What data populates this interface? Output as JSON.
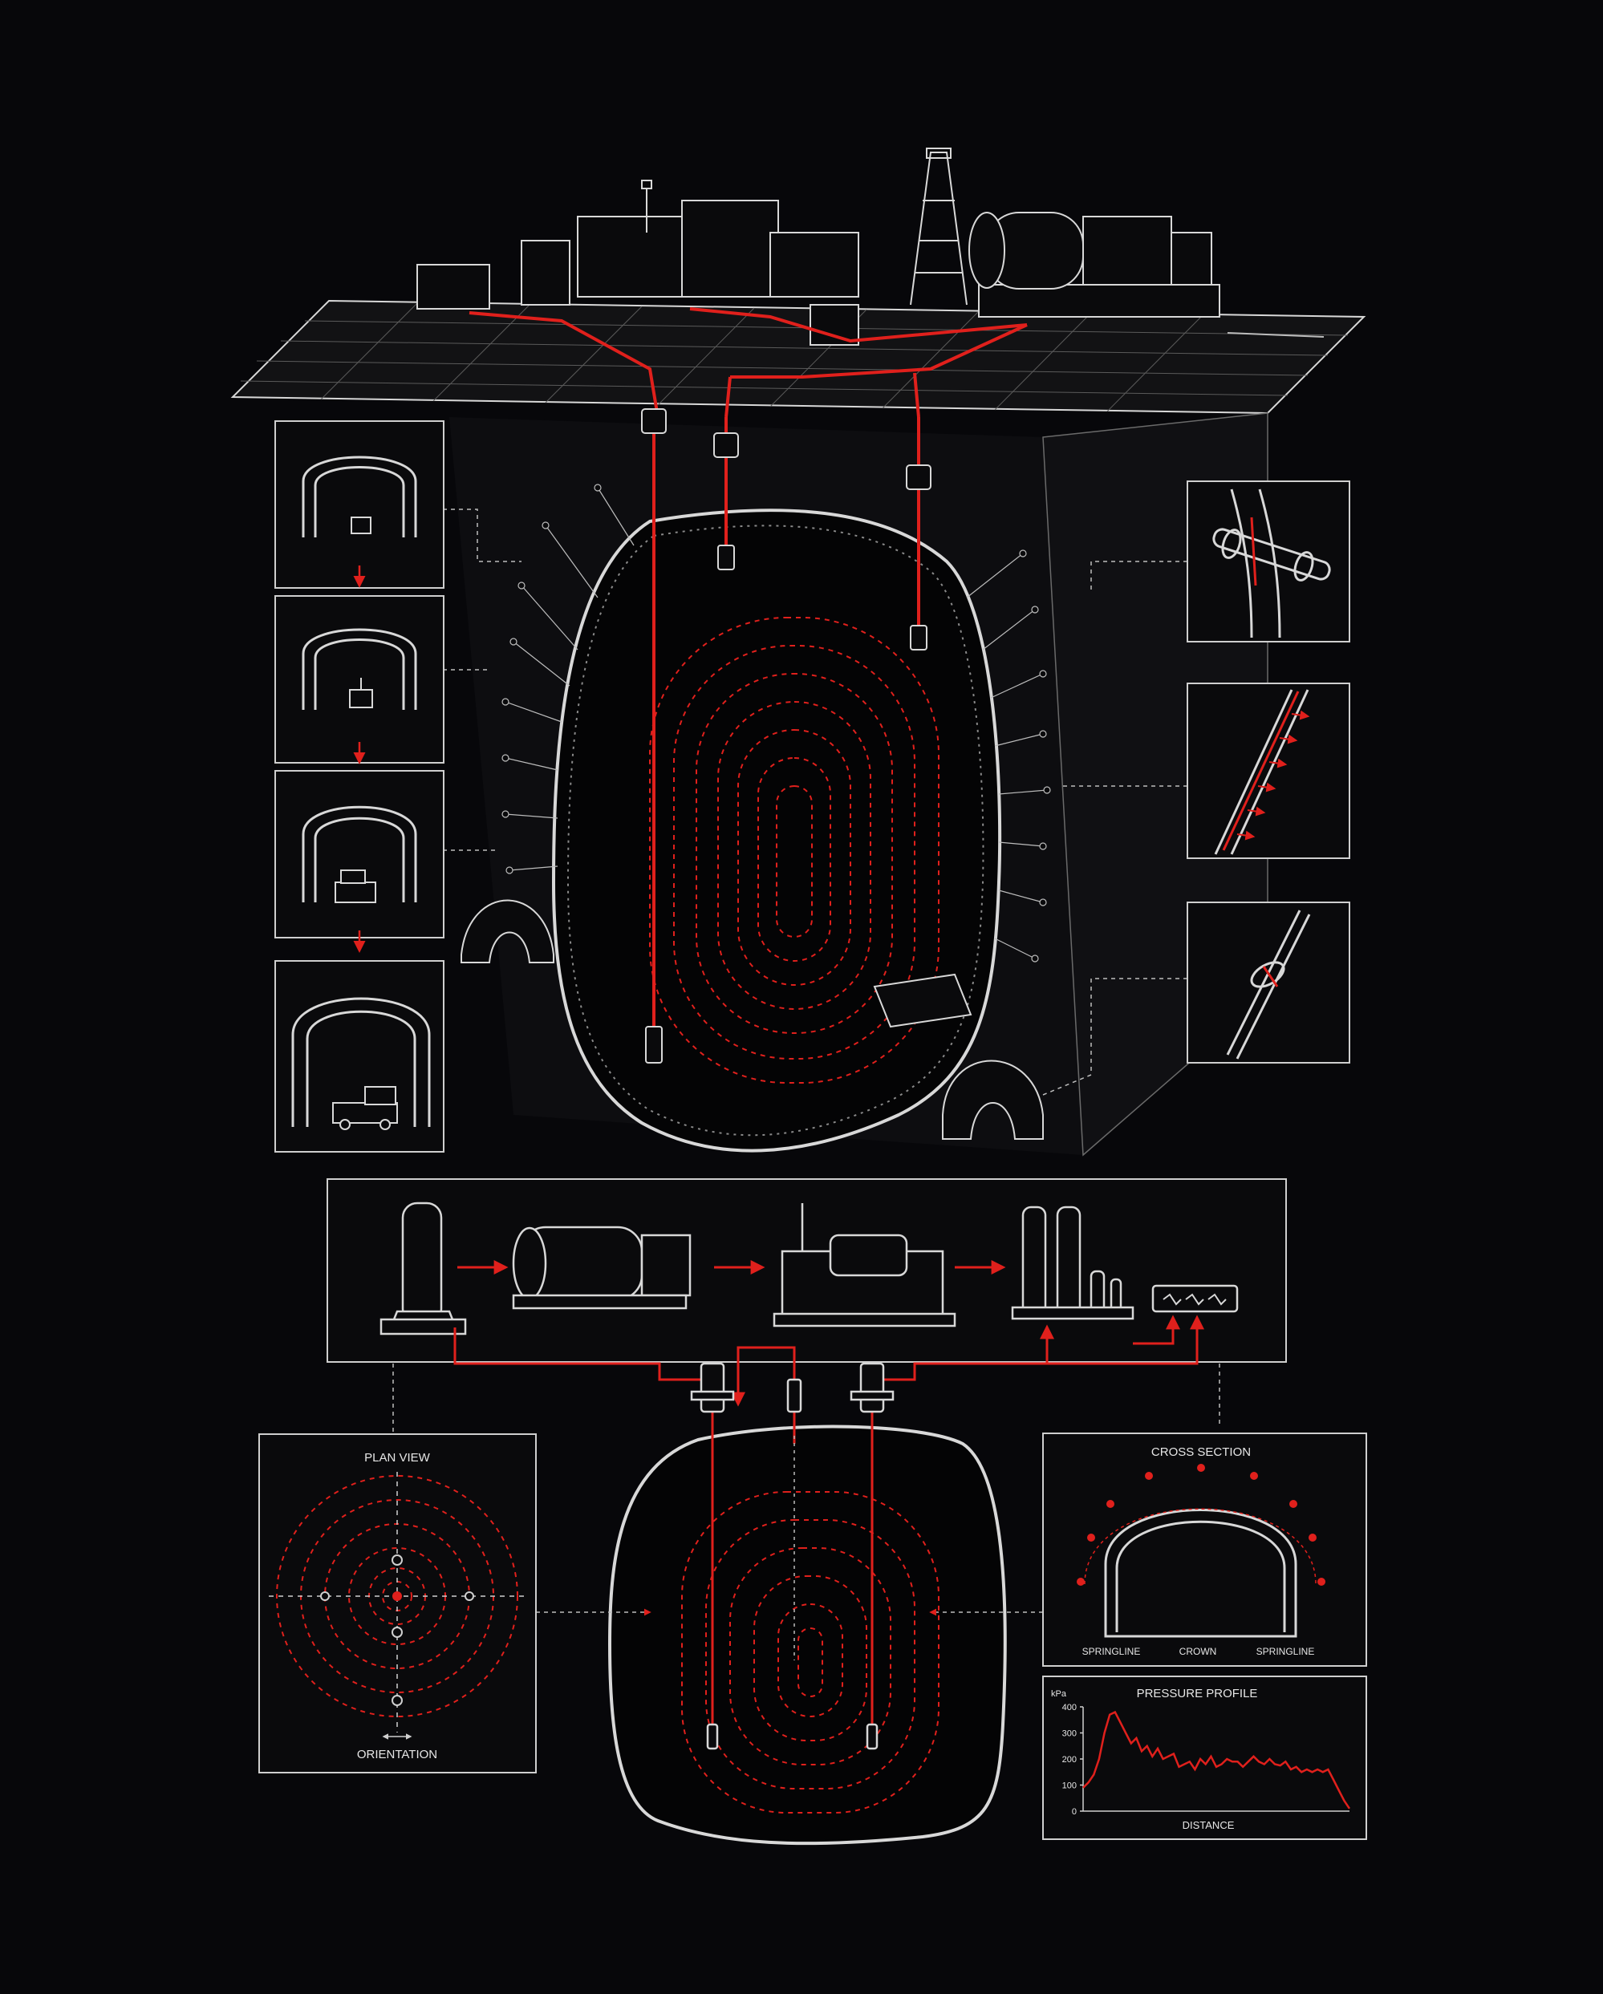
{
  "labels": {
    "plan_view_title": "PLAN VIEW",
    "plan_view_caption": "ORIENTATION",
    "cross_section_title": "CROSS SECTION",
    "cross_section_left": "SPRINGLINE",
    "cross_section_mid": "CROWN",
    "cross_section_right": "SPRINGLINE"
  },
  "chart_data": {
    "type": "line",
    "title": "PRESSURE PROFILE",
    "xlabel": "DISTANCE",
    "ylabel": "kPa",
    "ylim": [
      0,
      400
    ],
    "yticks": [
      "400",
      "300",
      "200",
      "100",
      "0"
    ],
    "x": [
      0,
      2,
      4,
      6,
      8,
      10,
      12,
      14,
      16,
      18,
      20,
      22,
      24,
      26,
      28,
      30,
      32,
      34,
      36,
      38,
      40,
      42,
      44,
      46,
      48,
      50,
      52,
      54,
      56,
      58,
      60,
      62,
      64,
      66,
      68,
      70,
      72,
      74,
      76,
      78,
      80,
      82,
      84,
      86,
      88,
      90,
      92,
      94,
      96,
      98,
      100
    ],
    "series": [
      {
        "values": [
          90,
          110,
          140,
          200,
          300,
          370,
          380,
          340,
          300,
          260,
          280,
          230,
          250,
          210,
          240,
          200,
          210,
          220,
          170,
          180,
          190,
          160,
          200,
          180,
          210,
          170,
          180,
          200,
          190,
          190,
          170,
          190,
          210,
          190,
          180,
          200,
          180,
          175,
          190,
          160,
          170,
          150,
          160,
          150,
          160,
          150,
          160,
          120,
          80,
          40,
          10
        ]
      }
    ],
    "colors": {
      "line": "#e0201c",
      "axis": "#cfcfcf"
    }
  },
  "colors": {
    "background": "#07070a",
    "line": "#d8d8d8",
    "accent": "#e0201c",
    "panel_border": "#cfcfcf"
  }
}
